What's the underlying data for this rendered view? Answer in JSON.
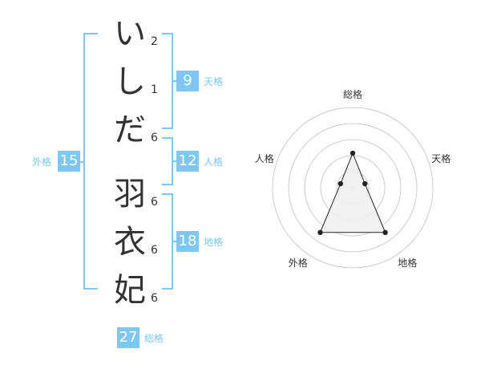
{
  "name": {
    "chars": [
      {
        "char": "い",
        "strokes": "2"
      },
      {
        "char": "し",
        "strokes": "1"
      },
      {
        "char": "だ",
        "strokes": "6"
      },
      {
        "char": "羽",
        "strokes": "6"
      },
      {
        "char": "衣",
        "strokes": "6"
      },
      {
        "char": "妃",
        "strokes": "6"
      }
    ]
  },
  "kakusu": {
    "tenkaku": {
      "value": "9",
      "label": "天格"
    },
    "jinkaku": {
      "value": "12",
      "label": "人格"
    },
    "chikaku": {
      "value": "18",
      "label": "地格"
    },
    "gaikaku": {
      "value": "15",
      "label": "外格"
    },
    "soukaku": {
      "value": "27",
      "label": "総格"
    }
  },
  "chart_data": {
    "type": "radar",
    "axes": [
      "総格",
      "天格",
      "地格",
      "外格",
      "人格"
    ],
    "values": [
      0.43,
      0.16,
      0.69,
      0.69,
      0.16
    ],
    "rings": 5,
    "colors": {
      "fill": "#efefef",
      "line": "#222222",
      "ring": "#cccccc",
      "accent": "#7ec6f3"
    }
  }
}
